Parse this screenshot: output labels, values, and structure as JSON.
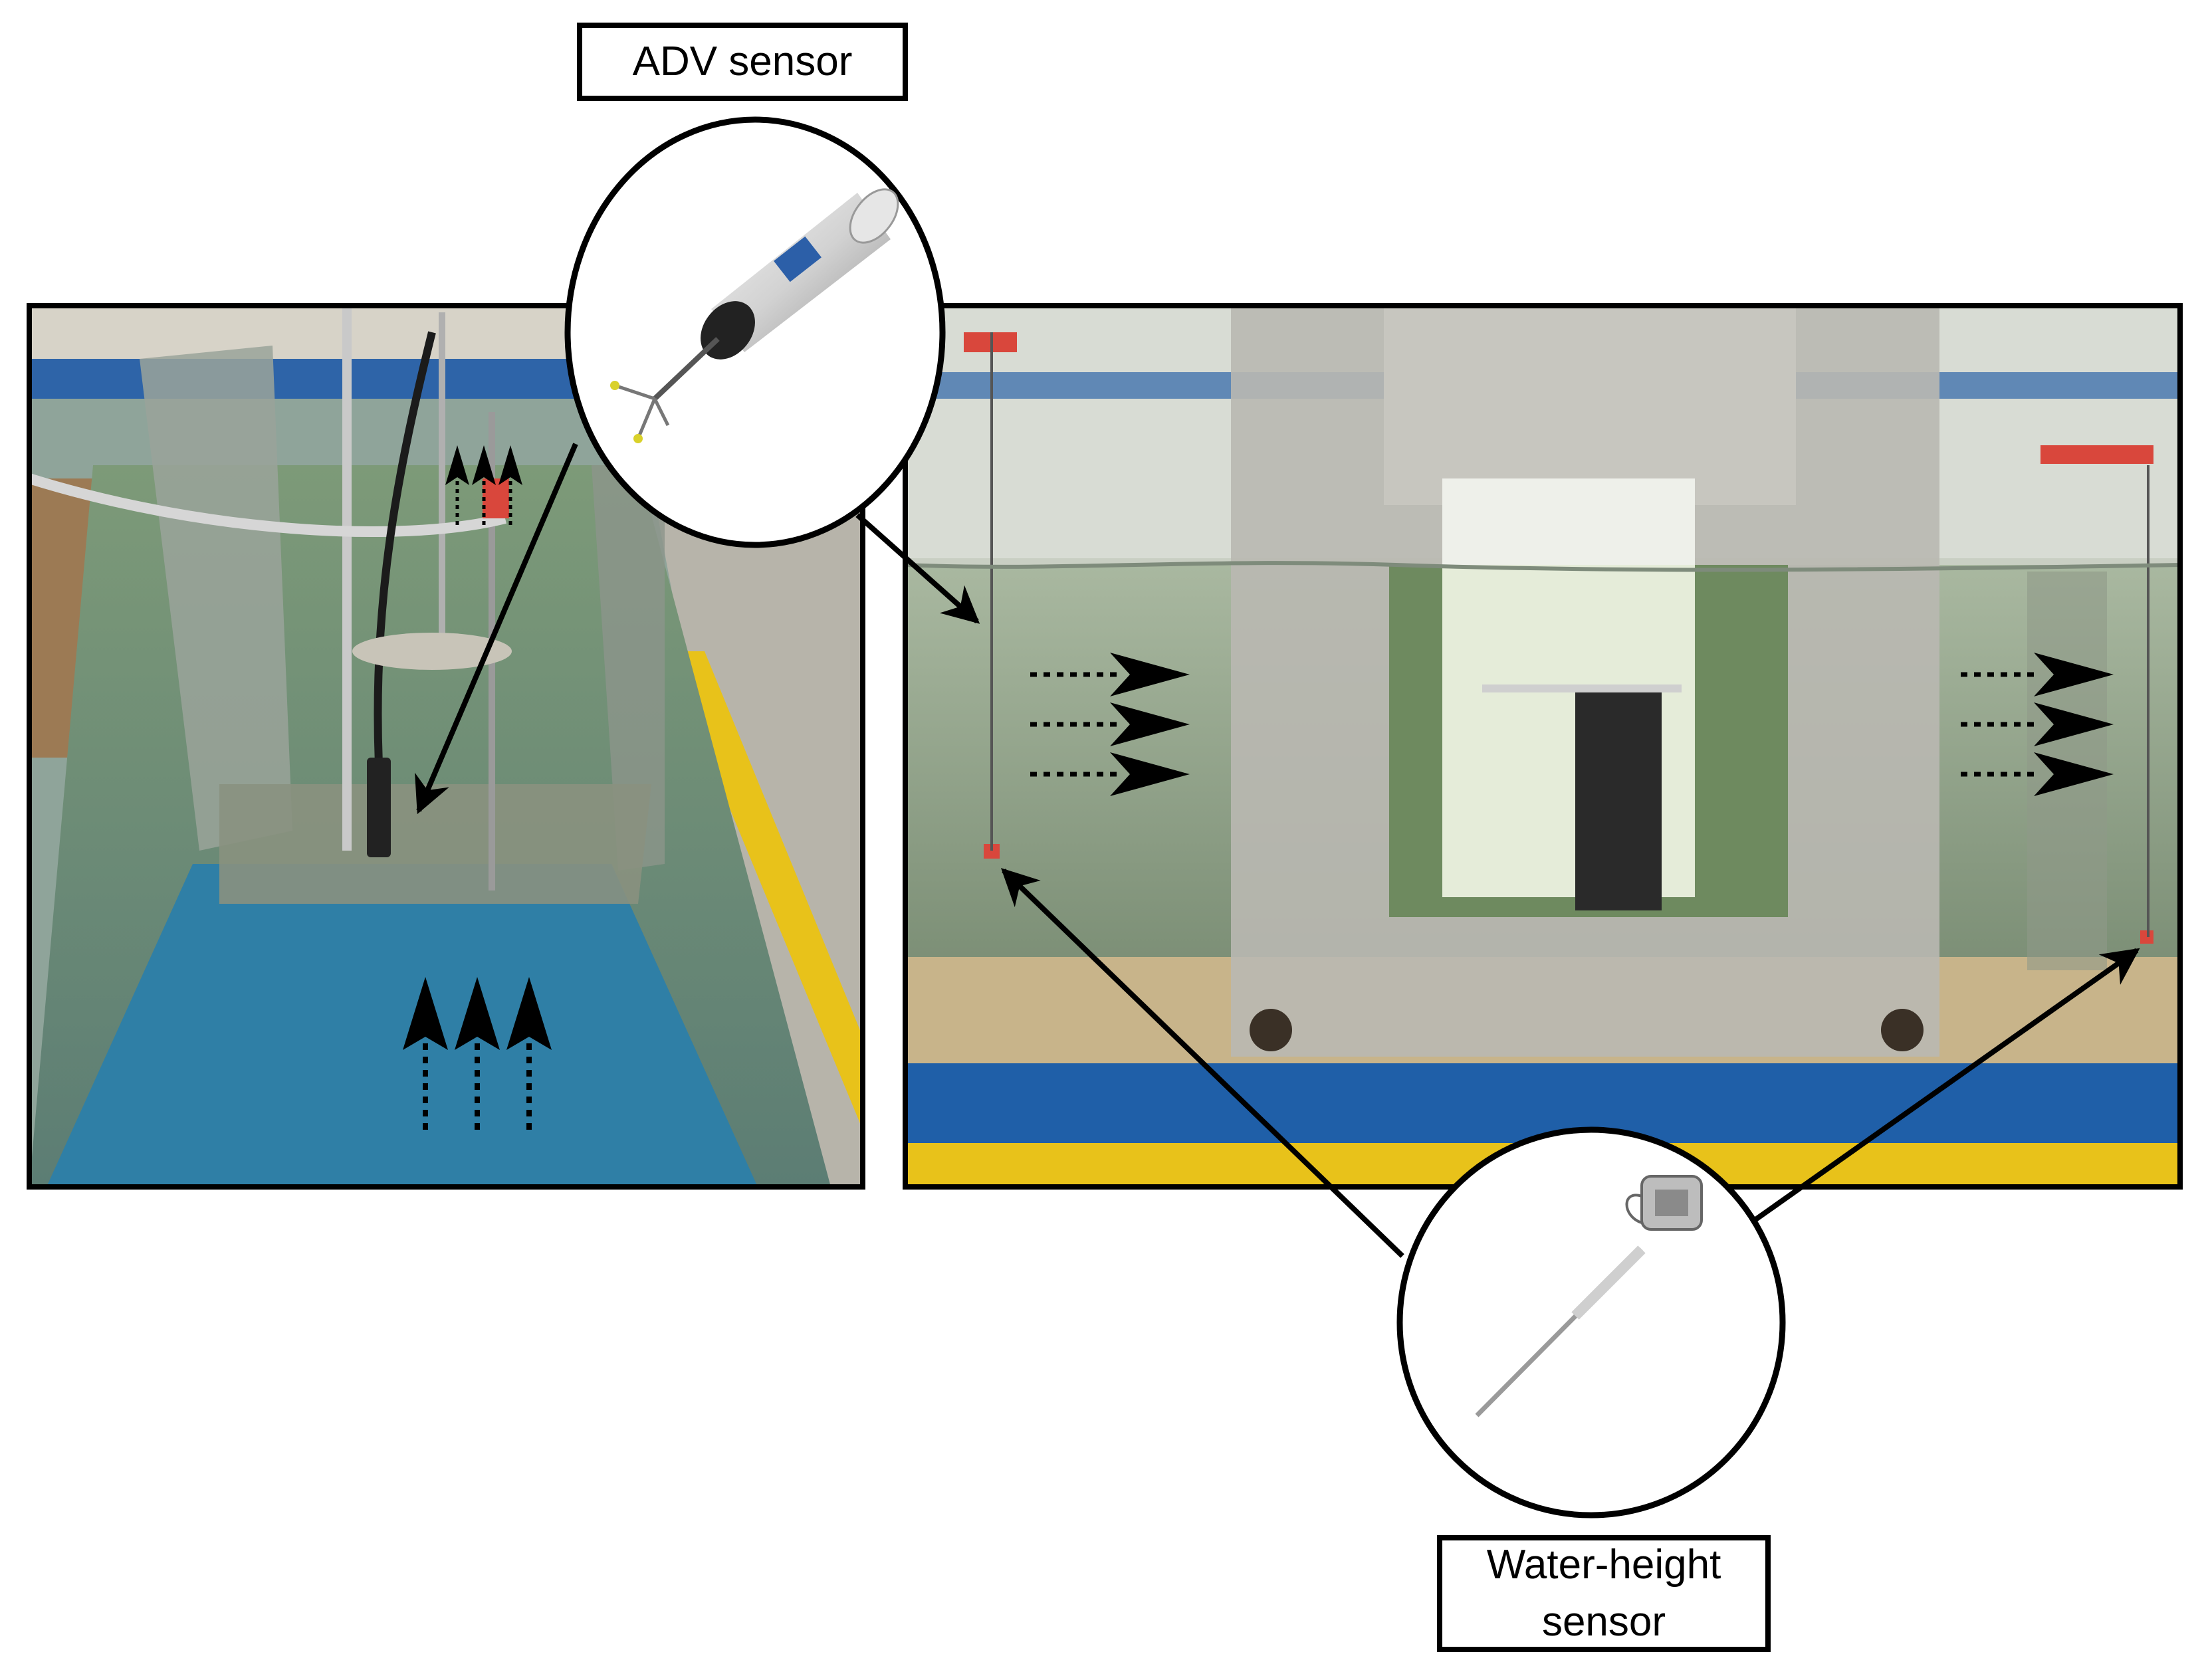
{
  "labels": {
    "adv_sensor": "ADV sensor",
    "water_height_line1": "Water-height",
    "water_height_line2": "sensor"
  },
  "colors": {
    "tank_blue": "#2f7fa6",
    "water_green": "#6e8a5f",
    "floor_yellow": "#e8c21a",
    "frame_blue": "#1f5fa8",
    "gauge_red": "#d9473c",
    "steel_gray": "#b9b8b1",
    "ink": "#000000"
  },
  "icons": {
    "adv": "adv-probe-icon",
    "water_height": "water-level-gauge-icon"
  }
}
